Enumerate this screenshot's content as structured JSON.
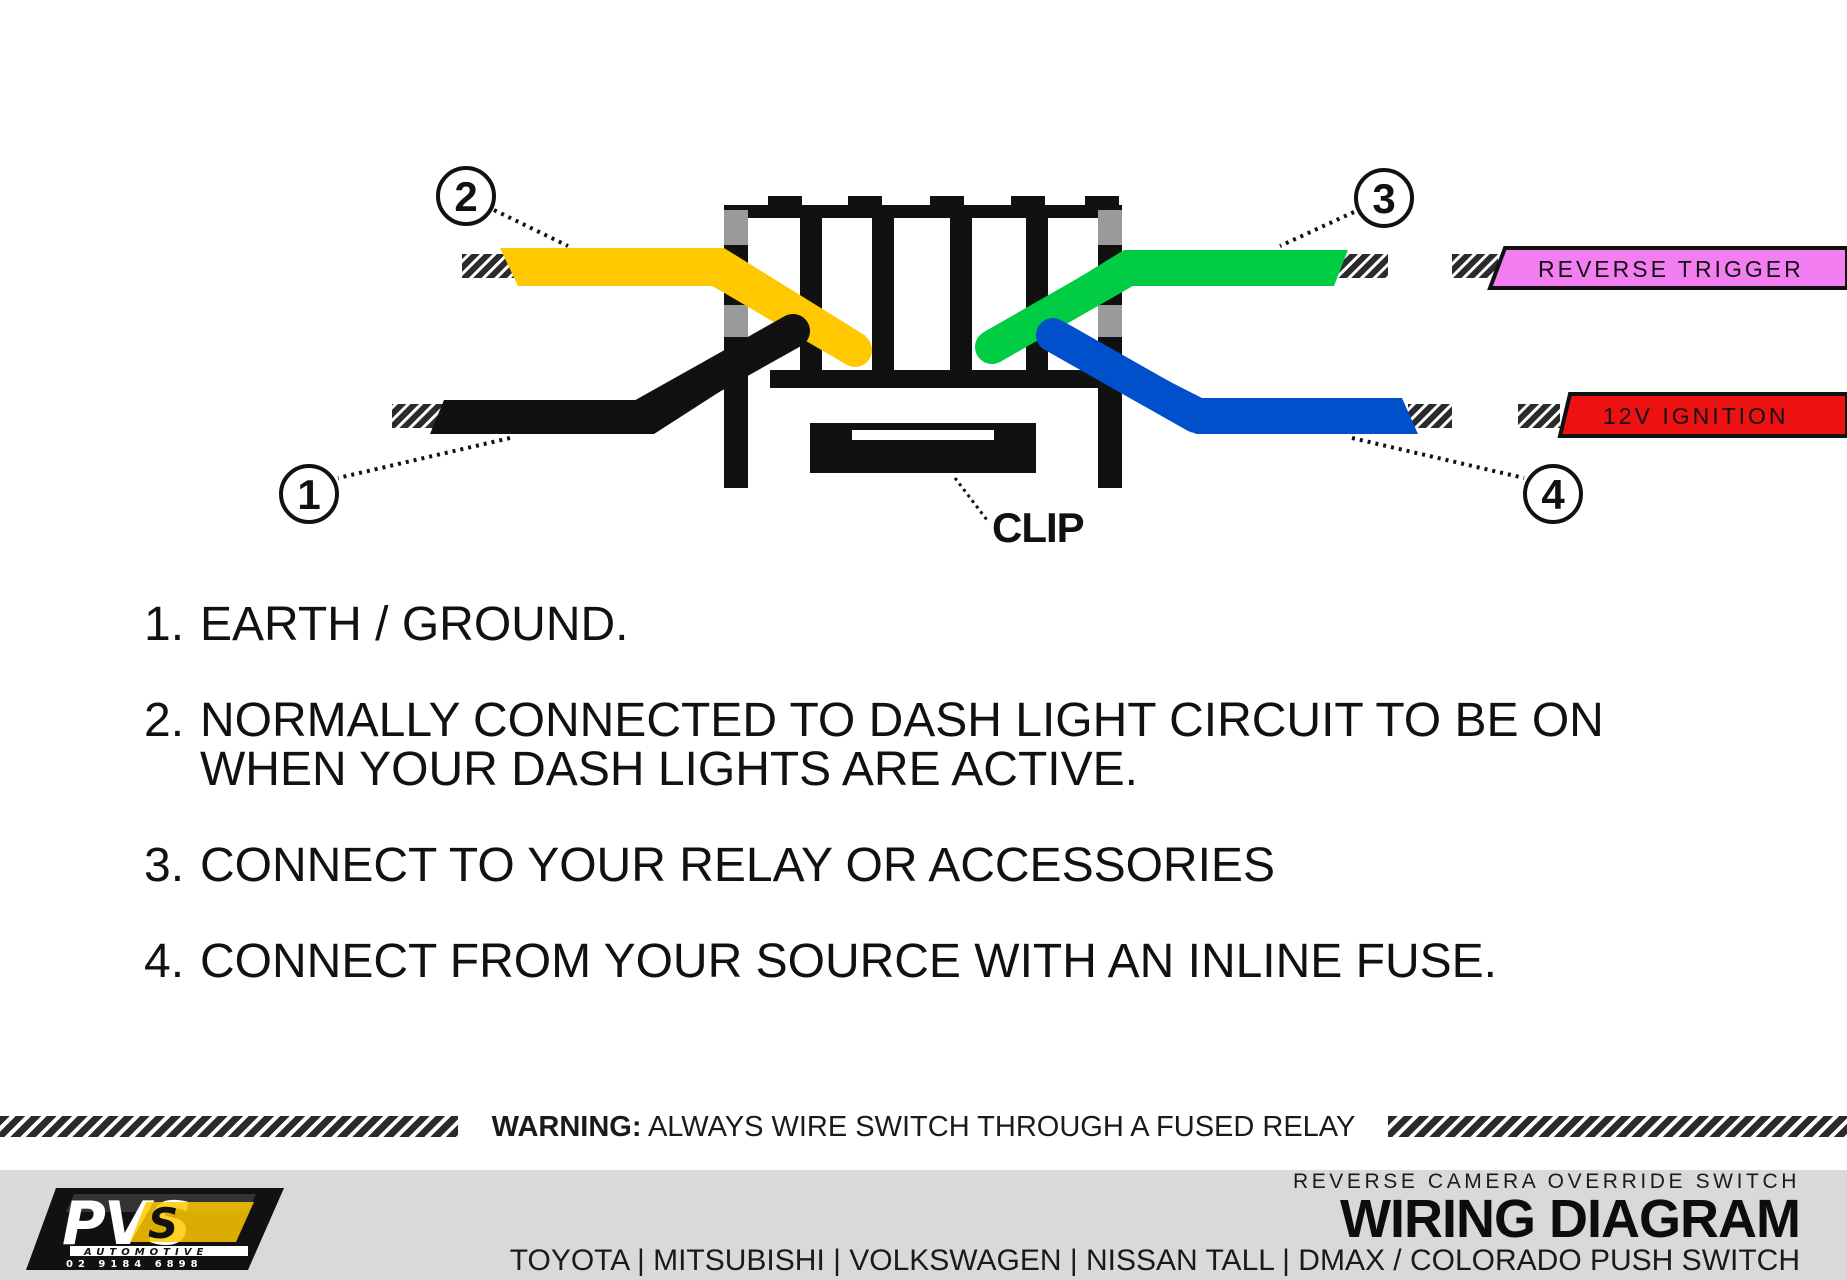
{
  "diagram": {
    "markers": [
      "1",
      "2",
      "3",
      "4"
    ],
    "clip_label": "CLIP",
    "tags": [
      {
        "label": "REVERSE TRIGGER",
        "color": "#f27ef1"
      },
      {
        "label": "12V IGNITION",
        "color": "#ee1111"
      }
    ],
    "wire_colors": {
      "wire_1": "#111111",
      "wire_2": "#ffc800",
      "wire_3": "#00cc44",
      "wire_4": "#0050cc"
    }
  },
  "instructions": [
    {
      "num": "1.",
      "text": "EARTH / GROUND."
    },
    {
      "num": "2.",
      "text": "NORMALLY CONNECTED TO DASH LIGHT CIRCUIT TO BE ON WHEN YOUR DASH LIGHTS ARE ACTIVE."
    },
    {
      "num": "3.",
      "text": "CONNECT TO YOUR RELAY OR ACCESSORIES"
    },
    {
      "num": "4.",
      "text": "CONNECT FROM YOUR SOURCE WITH AN INLINE FUSE."
    }
  ],
  "warning": {
    "label": "WARNING:",
    "text": " ALWAYS WIRE SWITCH THROUGH A FUSED RELAY"
  },
  "footer": {
    "logo_text": "PVS",
    "logo_subtext": "AUTOMOTIVE",
    "logo_phone": "02 9184 6898",
    "subtitle": "REVERSE CAMERA OVERRIDE SWITCH",
    "title": "WIRING DIAGRAM",
    "models": "TOYOTA | MITSUBISHI | VOLKSWAGEN | NISSAN TALL | DMAX / COLORADO PUSH SWITCH"
  }
}
